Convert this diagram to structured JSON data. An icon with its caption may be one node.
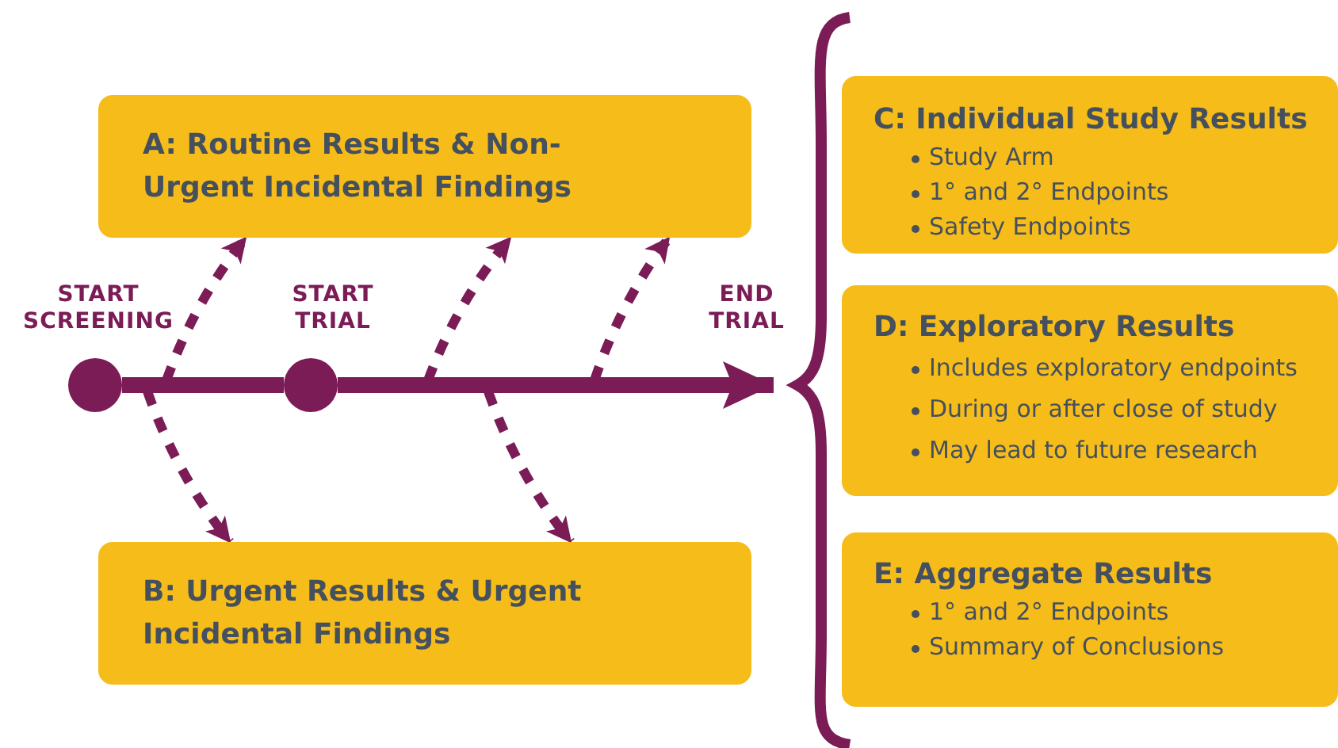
{
  "diagram": {
    "nodes": [
      {
        "text": [
          "A: Routine Results & Non-Urgent Incidental Findings"
        ]
      },
      {
        "text": [
          "B: Urgent Results & Urgent Incidental Findings"
        ]
      },
      {
        "text": [
          "C: Individual Study Results",
          "Study Arm",
          "1° and 2° Endpoints",
          "Safety Endpoints"
        ]
      },
      {
        "text": [
          "D: Exploratory Results",
          "Includes exploratory endpoints",
          "During or after close of study",
          "May lead to future research"
        ]
      },
      {
        "text": [
          "E: Aggregate Results",
          "1° and 2° Endpoints",
          "Summary of Conclusions"
        ]
      },
      {
        "text": [],
        "shape": "circle",
        "beside": [
          "START SCREENING"
        ]
      },
      {
        "text": [],
        "shape": "circle",
        "beside": [
          "START TRIAL"
        ]
      }
    ],
    "edges": [
      {
        "from": 5,
        "to": 6,
        "arrow": "none"
      },
      {
        "from": 6,
        "to": 3,
        "arrow": "to"
      },
      {
        "from": null,
        "to": 0,
        "arrow": "to",
        "style": "dashed"
      },
      {
        "from": null,
        "to": 0,
        "arrow": "to",
        "style": "dashed"
      },
      {
        "from": null,
        "to": 0,
        "arrow": "to",
        "style": "dashed"
      },
      {
        "from": null,
        "to": 1,
        "arrow": "to",
        "style": "dashed"
      },
      {
        "from": null,
        "to": 1,
        "arrow": "to",
        "style": "dashed"
      }
    ],
    "labels": [
      "END TRIAL"
    ]
  }
}
